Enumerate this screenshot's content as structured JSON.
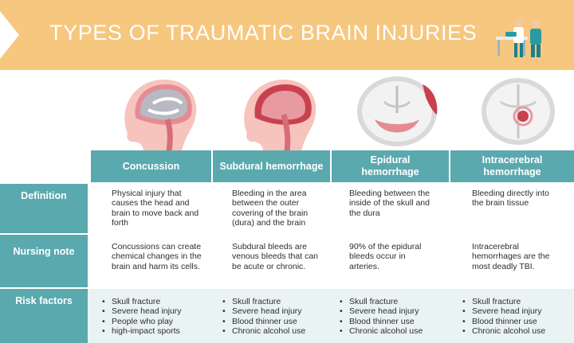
{
  "header": {
    "title": "TYPES OF TRAUMATIC BRAIN INJURIES"
  },
  "colors": {
    "banner": "#f6c77e",
    "teal": "#5aa9ae",
    "row_light": "#ffffff",
    "row_tint": "#e9f3f3"
  },
  "table": {
    "columns": [
      "Concussion",
      "Subdural hemorrhage",
      "Epidural hemorrhage",
      "Intracerebral hemorrhage"
    ],
    "rows": [
      {
        "label": "Definition",
        "cells": [
          "Physical injury that causes the head and brain to move back and forth",
          "Bleeding in the area between the outer covering of the brain (dura) and the brain",
          "Bleeding between the inside of the skull and the dura",
          "Bleeding directly into the brain tissue"
        ]
      },
      {
        "label": "Nursing note",
        "cells": [
          "Concussions can create chemical changes in the brain and harm its cells.",
          "Subdural bleeds are venous bleeds that can be acute or chronic.",
          "90% of the epidural bleeds occur in arteries.",
          "Intracerebral hemorrhages are the most deadly TBI."
        ]
      },
      {
        "label": "Risk factors",
        "lists": [
          [
            "Skull fracture",
            "Severe head injury",
            "People who play",
            "high-impact sports"
          ],
          [
            "Skull fracture",
            "Severe head injury",
            "Blood thinner use",
            "Chronic alcohol use"
          ],
          [
            "Skull fracture",
            "Severe head injury",
            "Blood thinner use",
            "Chronic alcohol use"
          ],
          [
            "Skull fracture",
            "Severe head injury",
            "Blood thinner use",
            "Chronic alcohol use"
          ]
        ]
      }
    ]
  },
  "icons": {
    "header_art": "doctors-illustration-icon",
    "col1": "concussion-head-icon",
    "col2": "subdural-head-icon",
    "col3": "epidural-brain-scan-icon",
    "col4": "intracerebral-brain-scan-icon"
  }
}
